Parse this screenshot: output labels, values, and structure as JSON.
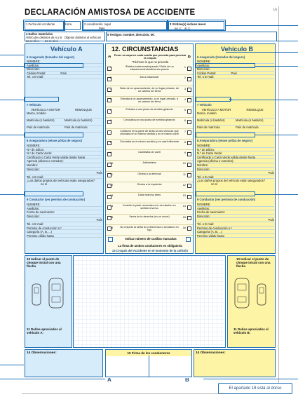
{
  "form": {
    "title": "DECLARACIÓN AMISTOSA DE ACCIDENTE",
    "page_number": "1/5",
    "field1": "1 Fecha del Accidente",
    "hour": "Hora",
    "field2": "2 Localización",
    "place": "lugar",
    "country": "País",
    "field3": "3 Víctima(s) incluso leves:",
    "no": "no",
    "si": "sí",
    "field4": "4 Daños materiales",
    "field4_sub": "Vehículos distintos de A y B",
    "field4_sub2": "Objetos distintos al vehículo",
    "field5": "5 Testigos: nombre, dirección, tel."
  },
  "vehicle_a": {
    "title": "Vehículo A",
    "insured_header": "6 Asegurado (tomador del seguro)",
    "insured_fields": [
      "NOMBRE:",
      "Apellidos:",
      "Dirección:",
      "Código Postal:",
      "Tel. o E-mail:"
    ],
    "country": "País",
    "vehicle_header": "7 Vehículo",
    "motor": "VEHÍCULO A MOTOR",
    "trailer": "REMOLQUE",
    "vehicle_fields": [
      "Marca, modelo",
      "Matrícula (o bastidor)",
      "País de matrícula"
    ],
    "vehicle_fields_trailer": [
      "",
      "Matrícula (o bastidor)",
      "País de matrícula"
    ],
    "insurer_header": "8 Aseguradora (véase póliza de seguro)",
    "insurer_fields": [
      "NOMBRE:",
      "N.º de póliza:",
      "N.º de Carta Verde:",
      "Certificado o Carta Verde válida desde hasta",
      "Agencia (oficina o corredor):",
      "Nombre:",
      "Dirección:",
      "País",
      "Tel. o E-mail:",
      "¿Los daños propios del vehículo están asegurados?",
      "no sí"
    ],
    "driver_header": "9 Conductor (ver permiso de conducción)",
    "driver_fields": [
      "NOMBRE:",
      "Apellidos:",
      "Fecha de nacimiento:",
      "Dirección:",
      "País",
      "Tel. o E-mail:",
      "Permiso de conducción n.º",
      "Categoría (A, B, ...)",
      "Permiso válido hasta"
    ],
    "impact": "10 Indicar el punto de choque inicial con una flecha",
    "damage": "11 Daños apreciados al vehículo A:",
    "observations": "14 Observaciones:",
    "letter": "A"
  },
  "circumstances": {
    "title": "12. CIRCUNSTANCIAS",
    "intro": "Poner un aspa en cada casilla que proceda para precisar el croquis",
    "intro_note": "*Táchese lo que no proceda",
    "col_a": "A",
    "col_b": "B",
    "items": [
      {
        "n": "1",
        "text": "*Estaba estacionado/parado *Salía de un estacionamiento/abriendo puerta"
      },
      {
        "n": "2",
        "text": "Iba a estacionar"
      },
      {
        "n": "3",
        "text": "Salía de un aparcamiento, de un lugar privado, de un camino de tierra"
      },
      {
        "n": "4",
        "text": "Entraba a un aparcamiento, a un lugar privado, a un camino de tierra"
      },
      {
        "n": "5",
        "text": "Entraba a una plaza de sentido giratorio"
      },
      {
        "n": "6",
        "text": "Circulaba por una plaza de sentido giratorio"
      },
      {
        "n": "7",
        "text": "Colisionó en la parte de atrás al otro vehículo que circulaba en el mismo sentido y en el mismo carril"
      },
      {
        "n": "8",
        "text": "Circulaba en el mismo sentido y en carril diferente"
      },
      {
        "n": "9",
        "text": "Cambiaba de carril"
      },
      {
        "n": "10",
        "text": "Adelantaba"
      },
      {
        "n": "11",
        "text": "Giraba a la derecha"
      },
      {
        "n": "12",
        "text": "Giraba a la izquierda"
      },
      {
        "n": "13",
        "text": "Daba marcha atrás"
      },
      {
        "n": "14",
        "text": "Invadía la parte reservada a la circulación en sentido inverso"
      },
      {
        "n": "15",
        "text": "Venía de la derecha (en un cruce)"
      },
      {
        "n": "16",
        "text": "No respetó la señal de preferencia o semáforo en rojo"
      }
    ],
    "count_label": "Indicar número de casillas marcadas",
    "sign_note": "La firma de ambos conductores es obligatoria",
    "sketch": "13 Croquis del Accidente en el momento de la colisión"
  },
  "vehicle_b": {
    "title": "Vehículo B",
    "insured_header": "6 Asegurado (tomador del seguro)",
    "insured_fields": [
      "NOMBRE:",
      "Apellidos:",
      "Dirección:",
      "Código Postal:",
      "Tel. o E-mail:"
    ],
    "country": "País",
    "vehicle_header": "7 Vehículo",
    "motor": "VEHÍCULO A MOTOR",
    "trailer": "REMOLQUE",
    "vehicle_fields": [
      "Marca, modelo",
      "Matrícula (o bastidor)",
      "País de matrícula"
    ],
    "vehicle_fields_trailer": [
      "",
      "Matrícula (o bastidor)",
      "País de matrícula"
    ],
    "insurer_header": "8 Aseguradora (véase póliza de seguro)",
    "insurer_fields": [
      "NOMBRE:",
      "N.º de póliza:",
      "N.º de Carta Verde:",
      "Certificado o Carta Verde válida desde hasta",
      "Agencia (oficina o corredor):",
      "Nombre:",
      "Dirección:",
      "País",
      "Tel. o E-mail:",
      "¿Los daños propios del vehículo están asegurados?",
      "no sí"
    ],
    "driver_header": "9 Conductor (ver permiso de conducción)",
    "driver_fields": [
      "NOMBRE:",
      "Apellidos:",
      "Fecha de nacimiento:",
      "Dirección:",
      "País",
      "Tel. o E-mail:",
      "Permiso de conducción n.º",
      "Categoría (A, B, ...)",
      "Permiso válido hasta"
    ],
    "impact": "10 Indicar el punto de choque inicial con una flecha",
    "damage": "11 Daños apreciados al vehículo B:",
    "observations": "14 Observaciones:",
    "letter": "B"
  },
  "signatures": "15 Firma de los conductores",
  "footer_note": "El apartado 18 está al dorso"
}
